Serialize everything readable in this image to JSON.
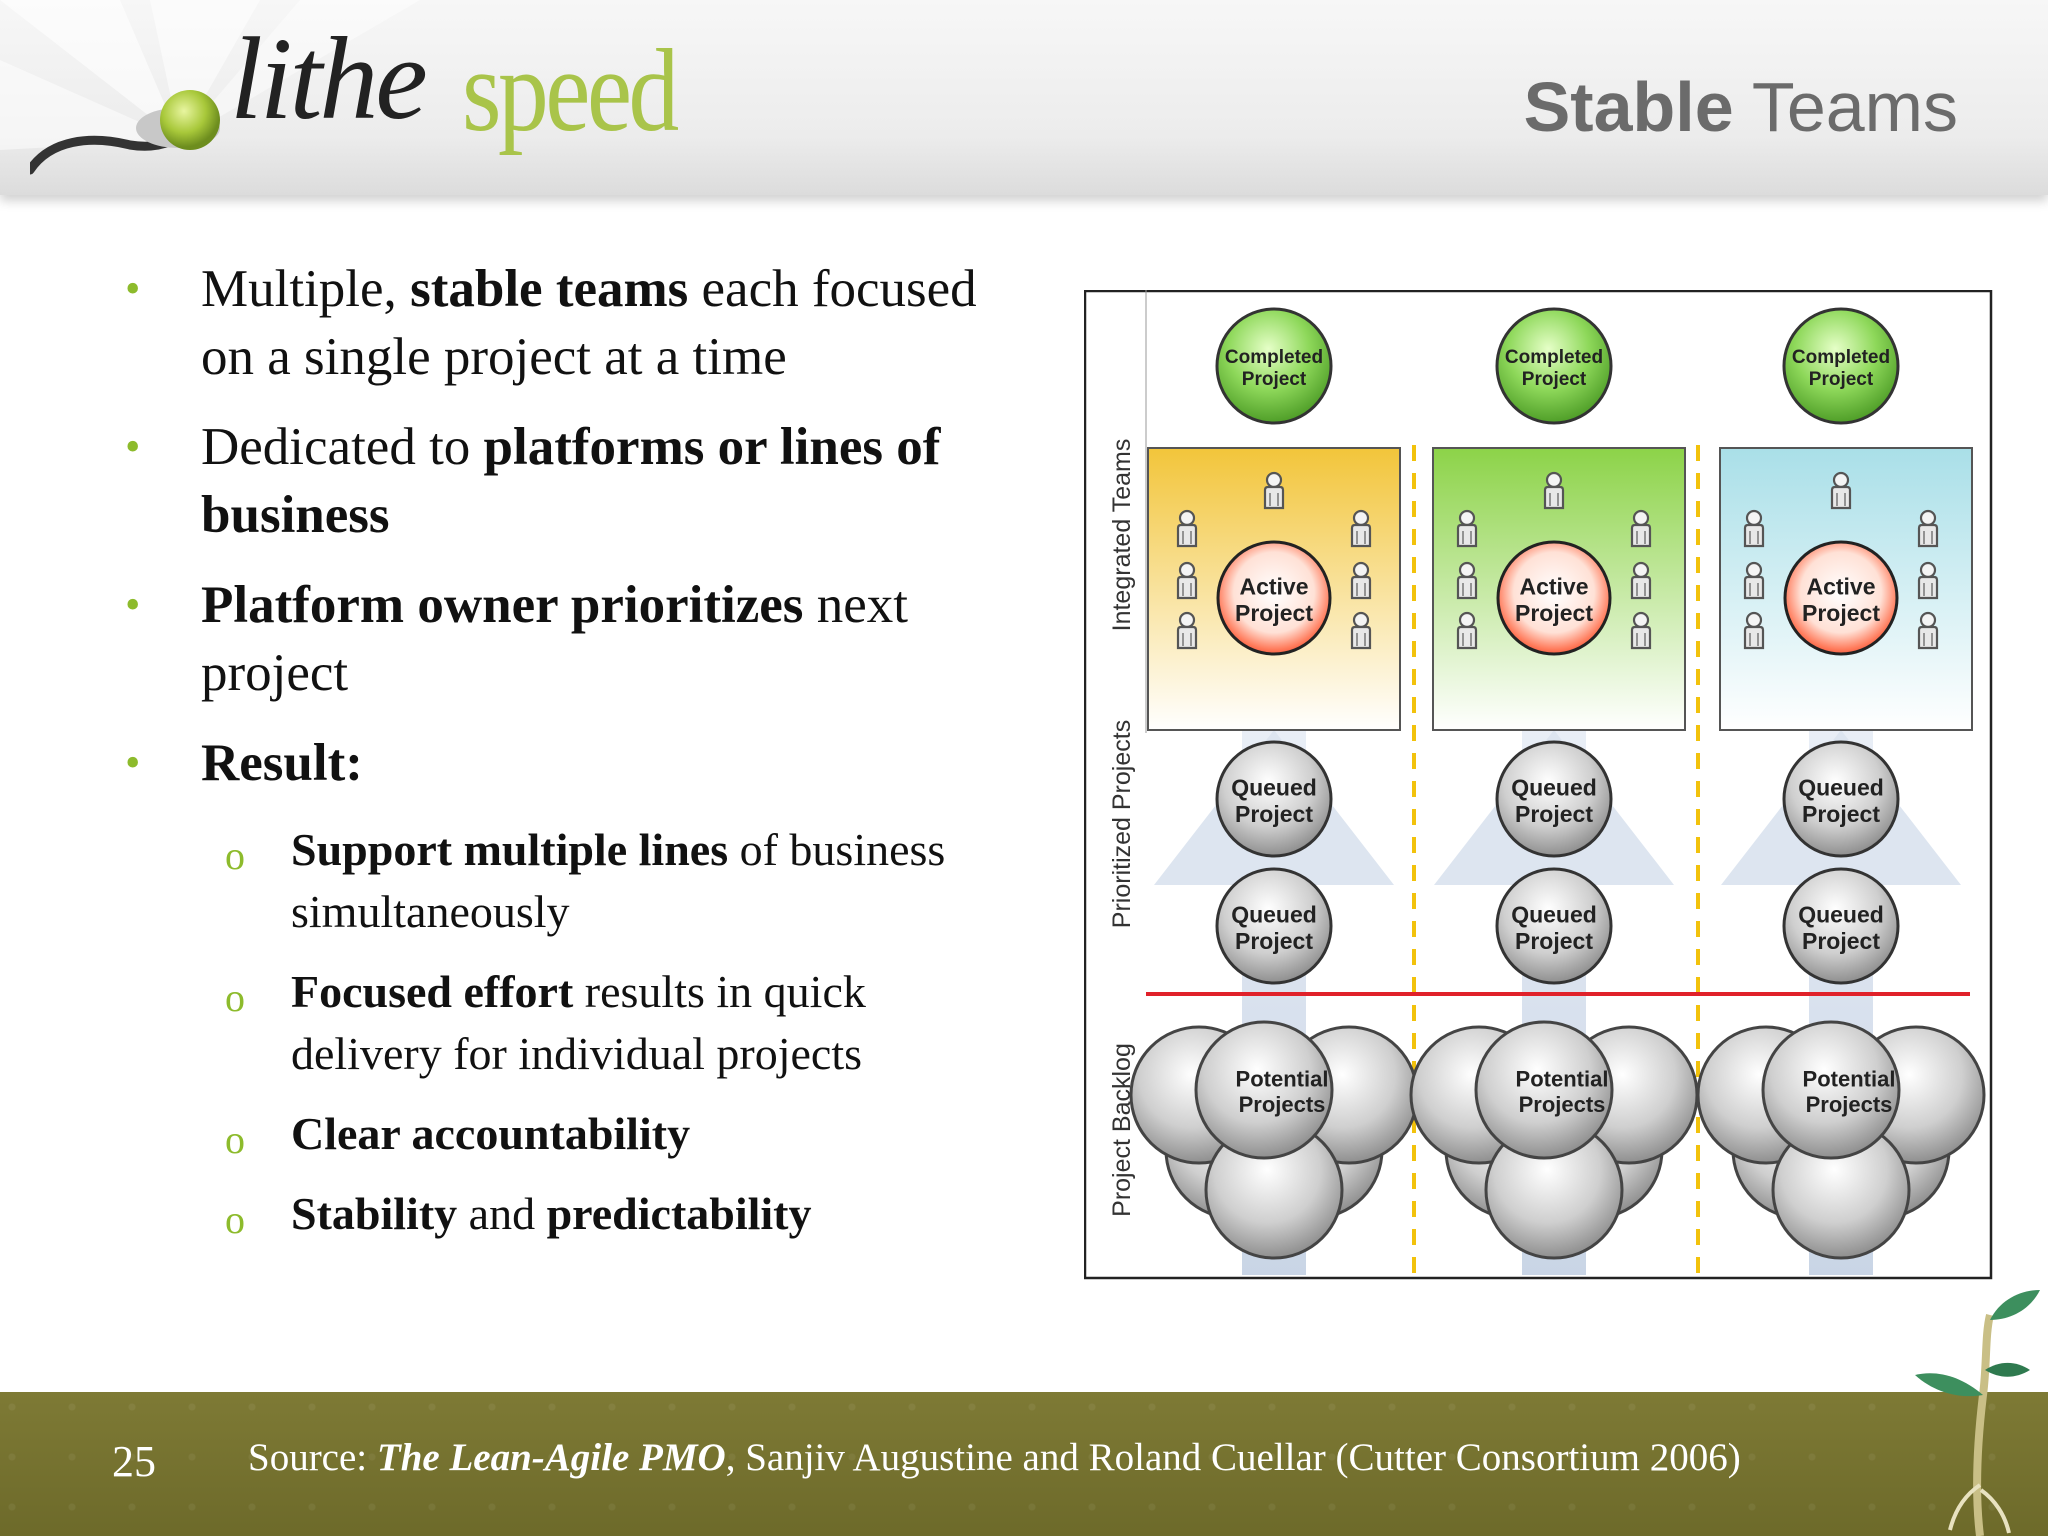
{
  "header": {
    "logo_part1": "lithe",
    "logo_part2": "speed",
    "title_bold": "Stable",
    "title_rest": " Teams"
  },
  "bullets": [
    {
      "pre": "Multiple, ",
      "bold": "stable teams",
      "post": " each focused on a single project at a time"
    },
    {
      "pre": "Dedicated to ",
      "bold": "platforms or lines of business",
      "post": ""
    },
    {
      "pre": "",
      "bold": "Platform owner prioritizes",
      "post": " next project"
    },
    {
      "pre": "",
      "bold": "Result:",
      "post": ""
    }
  ],
  "sub_bullets": [
    {
      "b1": "Support multiple lines",
      "mid": " of business simultaneously",
      "b2": ""
    },
    {
      "b1": "Focused effort",
      "mid": " results in quick delivery for individual projects",
      "b2": ""
    },
    {
      "b1": "Clear accountability",
      "mid": "",
      "b2": ""
    },
    {
      "b1": "Stability",
      "mid": " and ",
      "b2": "predictability"
    }
  ],
  "diagram": {
    "row_labels": [
      "Integrated Teams",
      "Prioritized Projects",
      "Project Backlog"
    ],
    "completed": [
      "Completed",
      "Project"
    ],
    "active": [
      "Active",
      "Project"
    ],
    "queued": [
      "Queued",
      "Project"
    ],
    "potential": [
      "Potential",
      "Projects"
    ],
    "team_colors": [
      "#f2c53a",
      "#8cd348",
      "#a9dfe8"
    ]
  },
  "footer": {
    "page_number": "25",
    "source_label": "Source: ",
    "source_title": "The Lean-Agile PMO",
    "source_rest": ", Sanjiv Augustine and Roland Cuellar (Cutter Consortium 2006)"
  }
}
